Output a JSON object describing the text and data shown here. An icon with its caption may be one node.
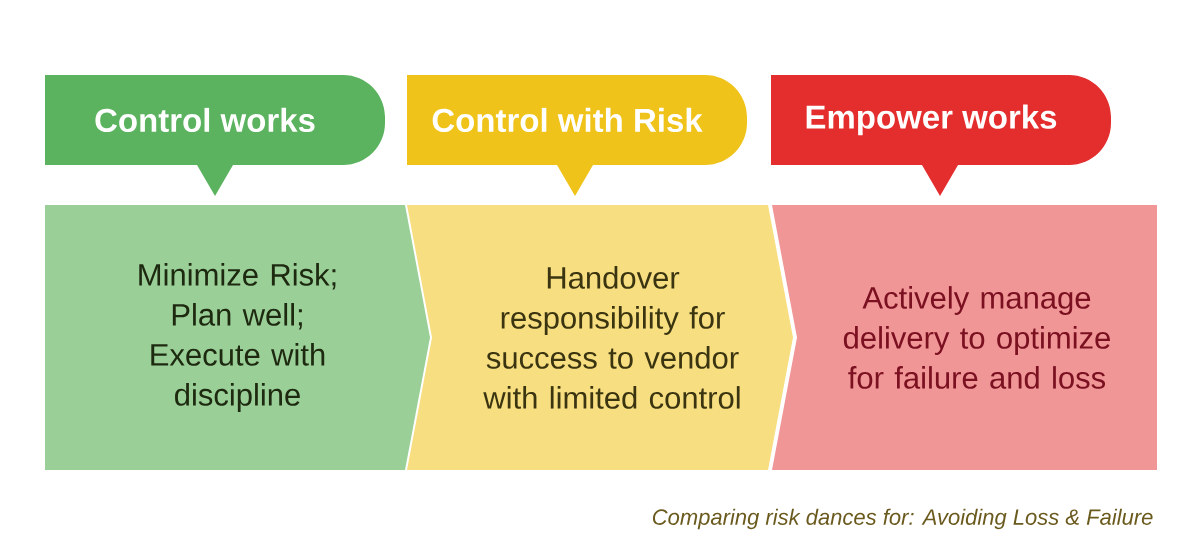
{
  "diagram": {
    "caption": "Comparing risk dances for: Avoiding Loss & Failure",
    "nodes": [
      {
        "text": [
          "Control works"
        ]
      },
      {
        "text": [
          "Control with Risk"
        ]
      },
      {
        "text": [
          "Empower works"
        ]
      },
      {
        "text": [
          "Minimize Risk; Plan well; Execute with discipline"
        ]
      },
      {
        "text": [
          "Handover responsibility for success to vendor with limited control"
        ]
      },
      {
        "text": [
          "Actively manage delivery to optimize for failure and loss"
        ]
      }
    ]
  }
}
